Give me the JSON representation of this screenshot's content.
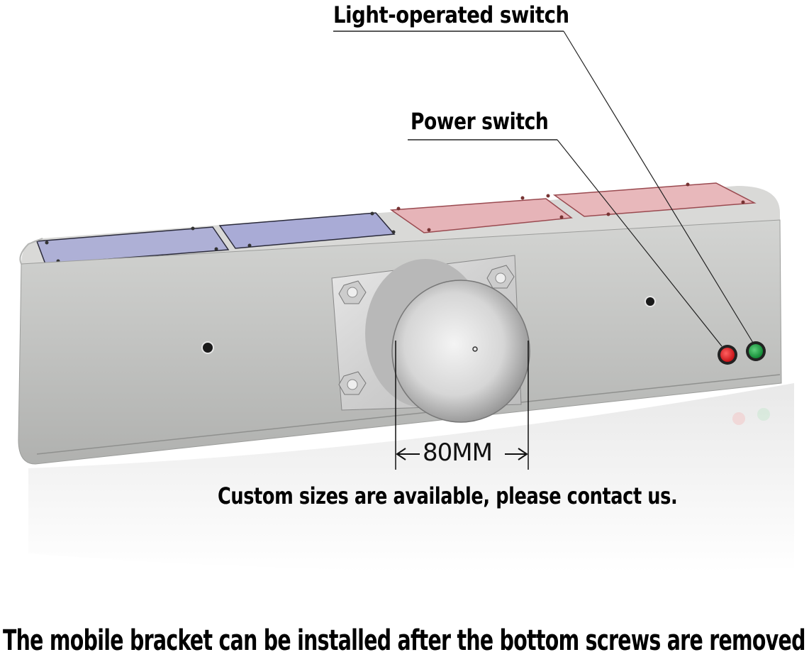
{
  "callouts": {
    "light_operated_switch": "Light-operated switch",
    "power_switch": "Power switch"
  },
  "dimension": {
    "label": "80MM",
    "left_arrow": "←",
    "right_arrow": "→"
  },
  "notes": {
    "custom_sizes": "Custom sizes are available, please contact us.",
    "bracket_install": "The mobile bracket can be installed after the bottom screws are removed"
  },
  "product": {
    "body_color": "#c4c5c3",
    "blue_panel_color": "#aeb0d6",
    "red_panel_color": "#e6b4b8",
    "power_button_color": "#e2262a",
    "light_switch_color": "#21a84a",
    "panels": [
      "blue-panel-1",
      "blue-panel-2",
      "red-panel-1",
      "red-panel-2"
    ]
  }
}
